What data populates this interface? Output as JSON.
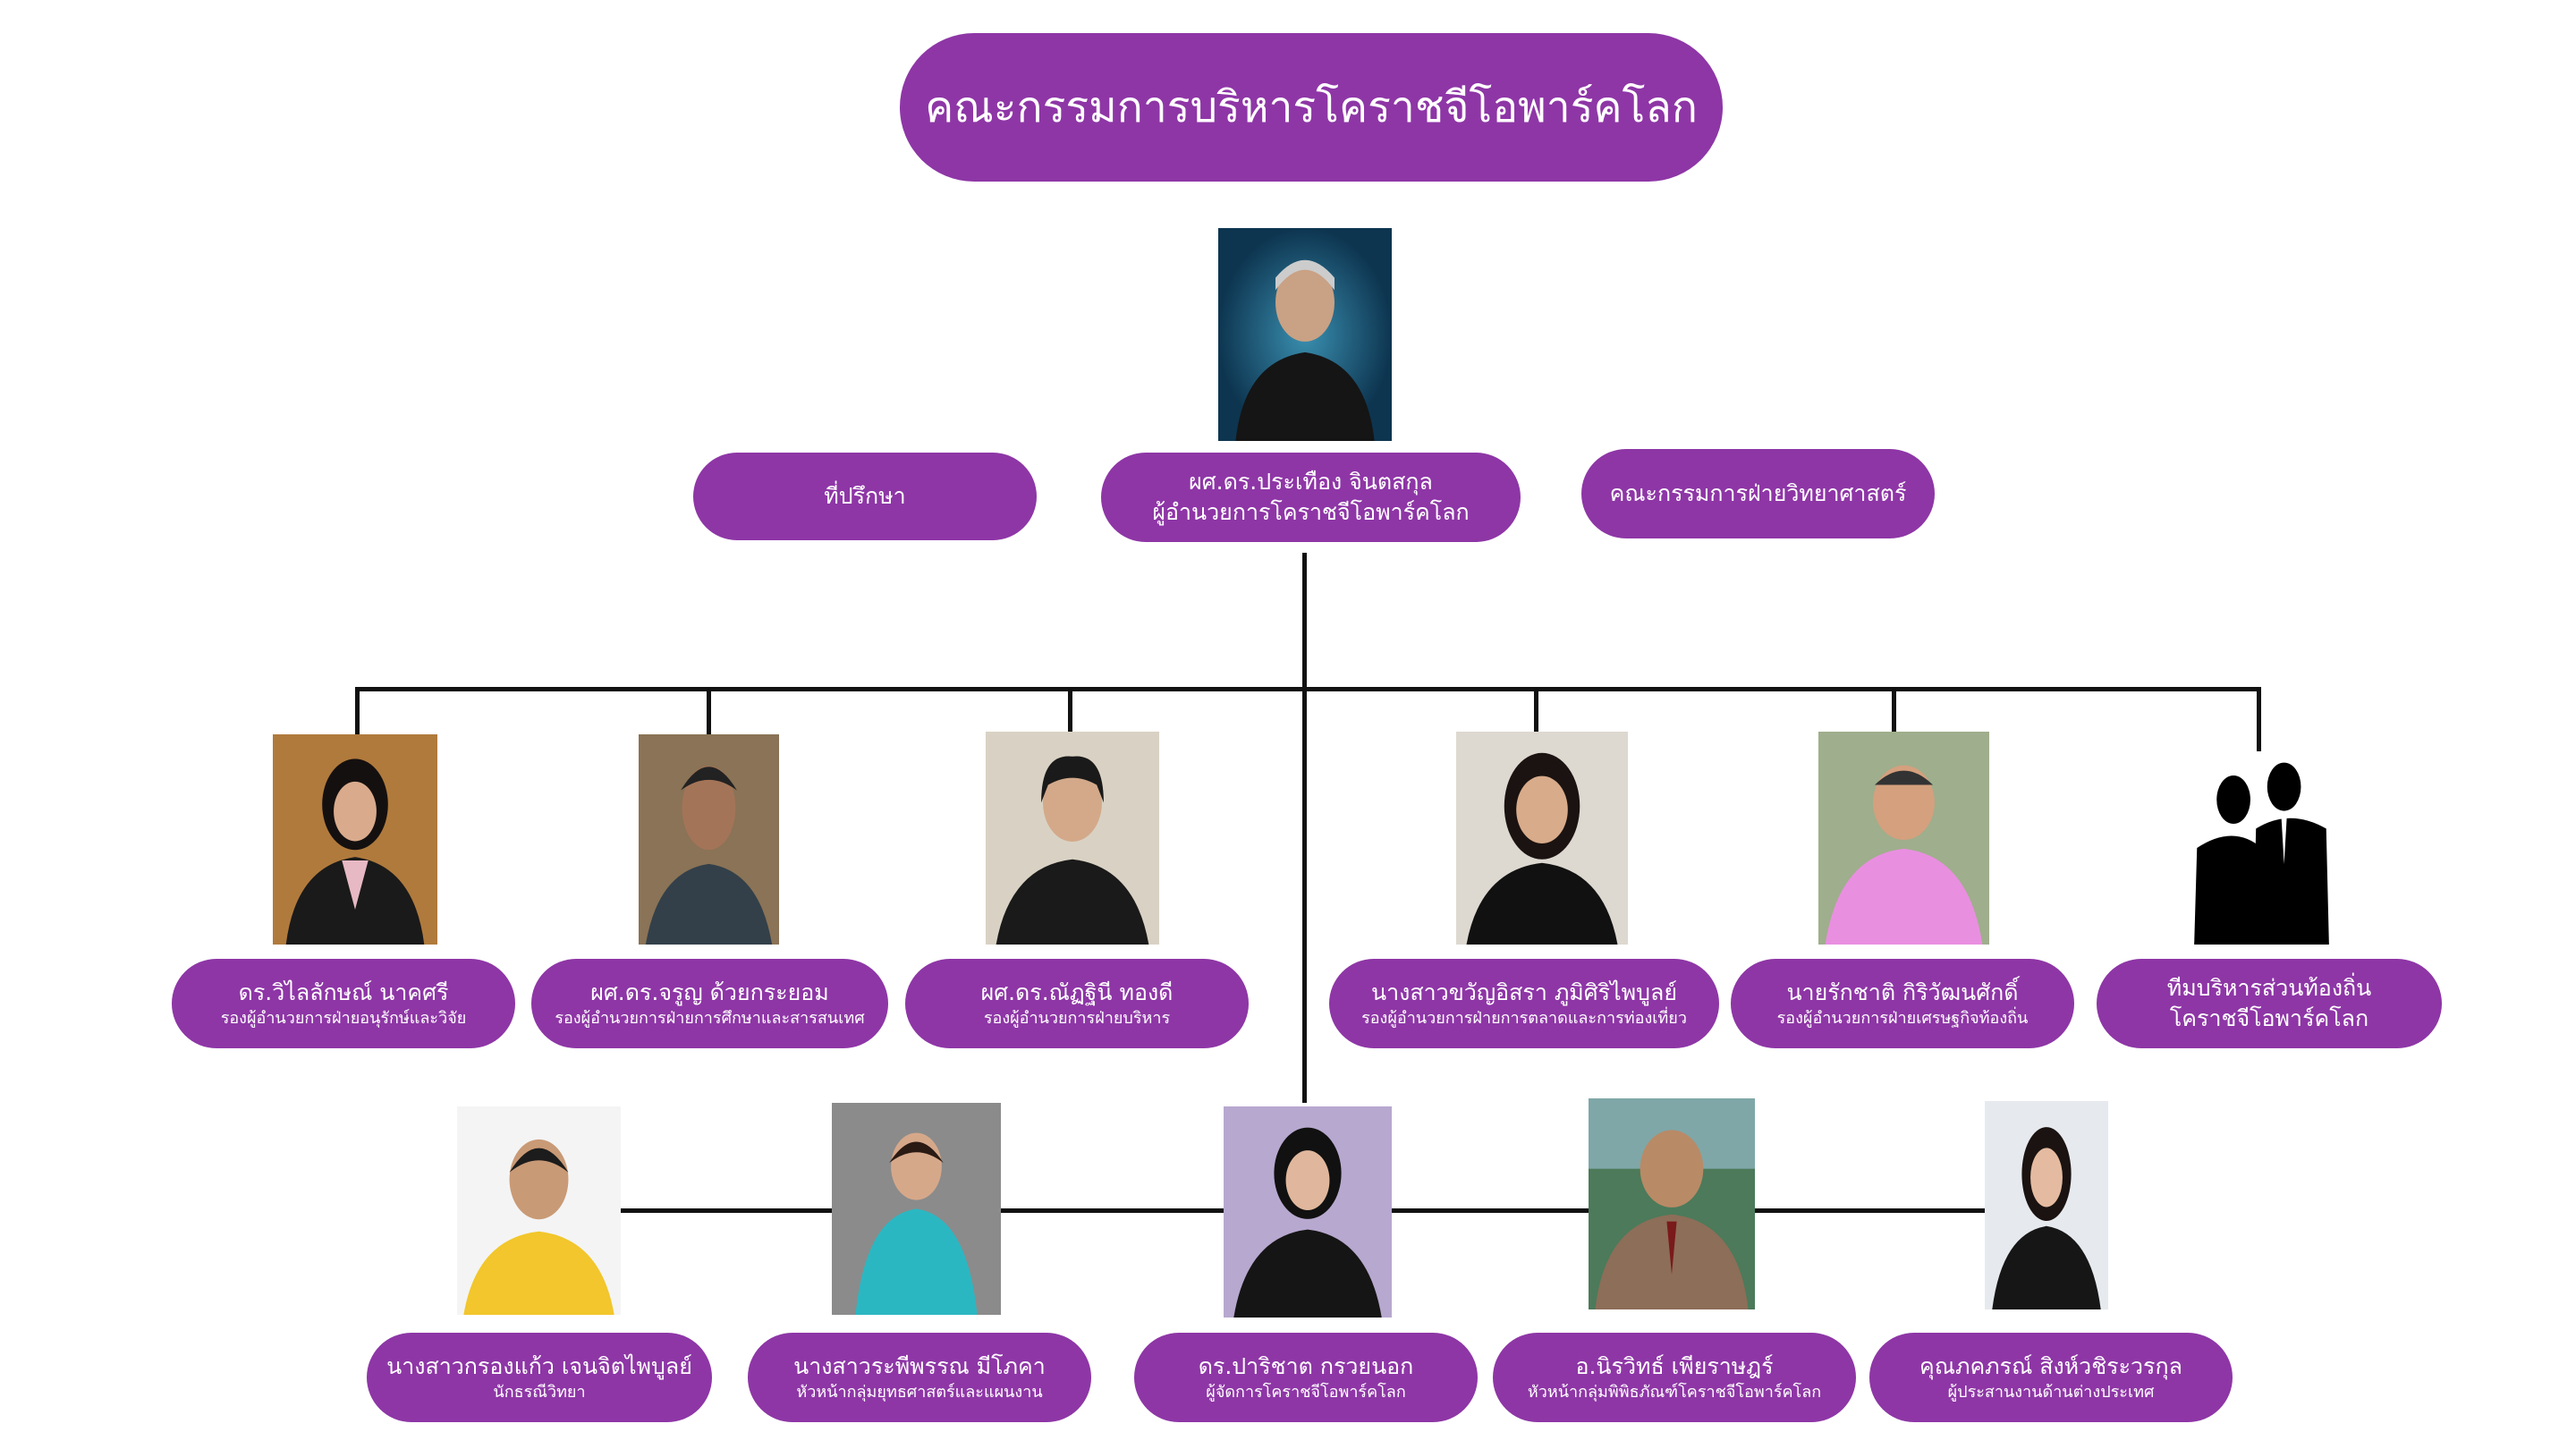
{
  "title": "คณะกรรมการบริหารโคราชจีโอพาร์คโลก",
  "colors": {
    "pill": "#8e36a6",
    "connector": "#111111"
  },
  "top_row": {
    "advisor": "ที่ปรึกษา",
    "director": {
      "name": "ผศ.ดร.ประเทือง จินตสกุล",
      "role": "ผู้อำนวยการโคราชจีโอพาร์คโลก"
    },
    "science_committee": "คณะกรรมการฝ่ายวิทยาศาสตร์"
  },
  "deputies": [
    {
      "name": "ดร.วิไลลักษณ์ นาคศรี",
      "role": "รองผู้อำนวยการฝ่ายอนุรักษ์และวิจัย"
    },
    {
      "name": "ผศ.ดร.จรูญ ด้วยกระยอม",
      "role": "รองผู้อำนวยการฝ่ายการศึกษาและสารสนเทศ"
    },
    {
      "name": "ผศ.ดร.ณัฏฐินี  ทองดี",
      "role": "รองผู้อำนวยการฝ่ายบริหาร"
    },
    {
      "name": "นางสาวขวัญอิสรา  ภูมิศิริไพบูลย์",
      "role": "รองผู้อำนวยการฝ่ายการตลาดและการท่องเที่ยว"
    },
    {
      "name": "นายรักชาติ  กิริวัฒนศักดิ์",
      "role": "รองผู้อำนวยการฝ่ายเศรษฐกิจท้องถิ่น"
    },
    {
      "name": "ทีมบริหารส่วนท้องถิ่น",
      "role": "โคราชจีโอพาร์คโลก"
    }
  ],
  "staff": [
    {
      "name": "นางสาวกรองแก้ว เจนจิตไพบูลย์",
      "role": "นักธรณีวิทยา"
    },
    {
      "name": "นางสาวระพีพรรณ มีโภคา",
      "role": "หัวหน้ากลุ่มยุทธศาสตร์และแผนงาน"
    },
    {
      "name": "ดร.ปาริชาต กรวยนอก",
      "role": "ผู้จัดการโคราชจีโอพาร์คโลก"
    },
    {
      "name": "อ.นิรวิทธ์ เพียราษฎร์",
      "role": "หัวหน้ากลุ่มพิพิธภัณฑ์โคราชจีโอพาร์คโลก"
    },
    {
      "name": "คุณภคภรณ์ สิงห์วชิระวรกุล",
      "role": "ผู้ประสานงานด้านต่างประเทศ"
    }
  ]
}
